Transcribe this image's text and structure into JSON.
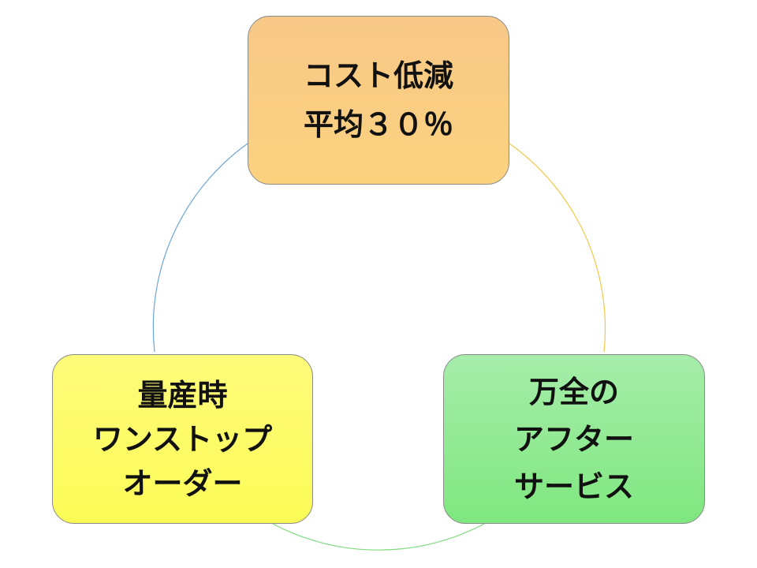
{
  "nodes": {
    "top": {
      "lines": [
        "コスト低減",
        "平均３０％"
      ],
      "fill": "#f9cb83"
    },
    "left": {
      "lines": [
        "量産時",
        "ワンストップ",
        "オーダー"
      ],
      "fill": "#fcfb66"
    },
    "right": {
      "lines": [
        "万全の",
        "アフター",
        "サービス"
      ],
      "fill": "#92ea94"
    }
  },
  "connectors": {
    "top_to_right": "#f0c94a",
    "right_to_left": "#7ddc7d",
    "left_to_top": "#6aa6d8"
  }
}
